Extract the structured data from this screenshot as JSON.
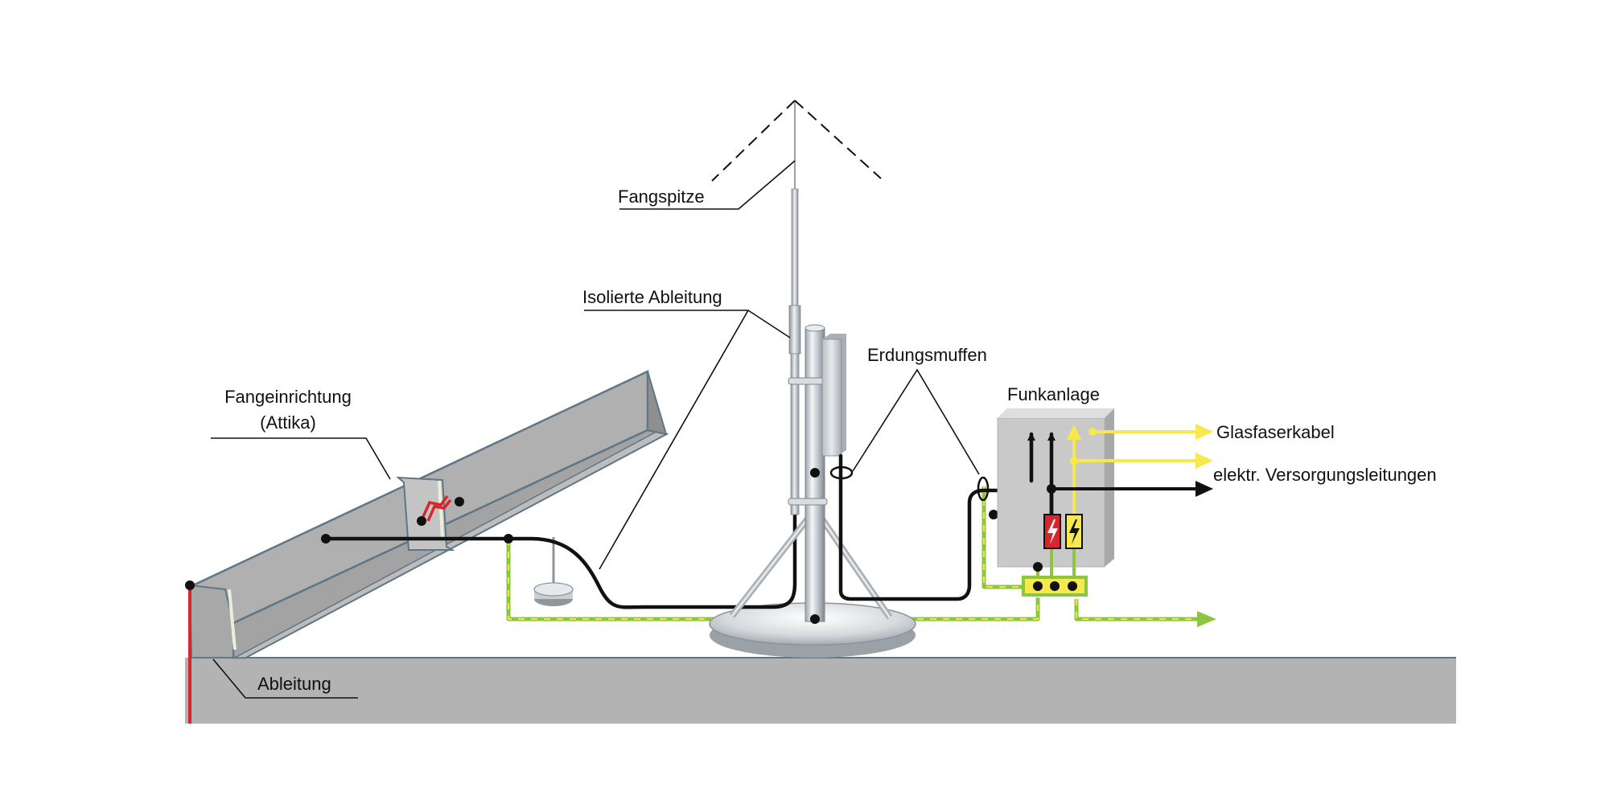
{
  "labels": {
    "fangspitze": "Fangspitze",
    "isolierte_ableitung": "Isolierte Ableitung",
    "erdungsmuffen": "Erdungsmuffen",
    "funkanlage": "Funkanlage",
    "fangeinrichtung_line1": "Fangeinrichtung",
    "fangeinrichtung_line2": "(Attika)",
    "glasfaserkabel": "Glasfaserkabel",
    "versorgungsleitungen": "elektr. Versorgungsleitungen",
    "ableitung": "Ableitung"
  },
  "colors": {
    "roof": "#b3b3b3",
    "attika": "#adadad",
    "attika_edge": "#5f7686",
    "cabinet": "#c9c9c9",
    "down_conductor": "#d7262d",
    "earthing": "#8cc63f",
    "earthing_dash": "#f2e64a",
    "fiber": "#f7e94d",
    "surge_red": "#d7262d",
    "surge_yellow": "#f7e94d"
  },
  "icons": {
    "surge_protector": "lightning-bolt-icon",
    "spark_gap": "spark-gap-icon"
  }
}
